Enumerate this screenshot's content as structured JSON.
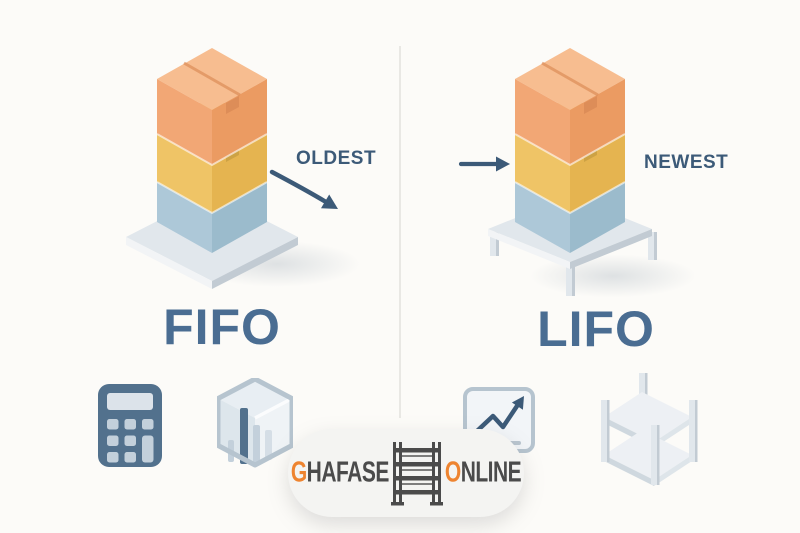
{
  "diagram": {
    "left": {
      "title": "FIFO",
      "flow_label": "OLDEST",
      "boxes_top_to_bottom": [
        "orange",
        "yellow",
        "blue"
      ],
      "platform": "pallet"
    },
    "right": {
      "title": "LIFO",
      "flow_label": "NEWEST",
      "boxes_top_to_bottom": [
        "orange",
        "yellow",
        "blue"
      ],
      "platform": "table"
    }
  },
  "watermark": {
    "brand": "GHAFASE ONLINE",
    "left_accent": "G",
    "left_rest": "HAFASE",
    "right_accent": "O",
    "right_rest": "NLINE"
  },
  "icons": {
    "fifo_row": [
      "calculator-icon",
      "cube-bar-chart-icon"
    ],
    "lifo_row": [
      "trend-chart-icon",
      "storage-rack-icon"
    ],
    "watermark_icon": "shelf-rack-icon",
    "fifo_arrow": "arrow-down-right-icon",
    "lifo_arrow": "arrow-right-icon"
  },
  "colors": {
    "background": "#fcfbf8",
    "divider": "#e9e8e4",
    "title_blue": "#4a6d92",
    "label_blue": "#3c5a78",
    "arrow_blue": "#3c5a78",
    "box_orange_top": "#f7bd90",
    "box_orange_left": "#f2a775",
    "box_orange_right": "#eb9b62",
    "box_orange_detail": "#dd8d58",
    "box_yellow_top": "#f4cf7c",
    "box_yellow_left": "#efc466",
    "box_yellow_right": "#e5b450",
    "box_yellow_detail": "#cda244",
    "box_blue_top": "#cbdde8",
    "box_blue_left": "#adc8d8",
    "box_blue_right": "#9bbbcc",
    "box_blue_detail": "#8dacc0",
    "platform_top": "#e1e7ec",
    "platform_side": "#c2cbd3",
    "platform_light": "#f2f4f6",
    "icon_slate": "#52718d",
    "icon_light": "#c3d0db",
    "icon_display": "#dce3ea",
    "icon_border": "#b6c4cf",
    "icon_pale_top": "#e8eef3",
    "icon_pale_left": "#dde6ec",
    "icon_pale_right": "#eff3f6",
    "chart_fill": "#f2f5f8",
    "chart_dash": "#b9c5cf",
    "wm_bg": "#f4f4f2",
    "wm_orange": "#ee8430",
    "wm_dark": "#4b4b4b"
  }
}
